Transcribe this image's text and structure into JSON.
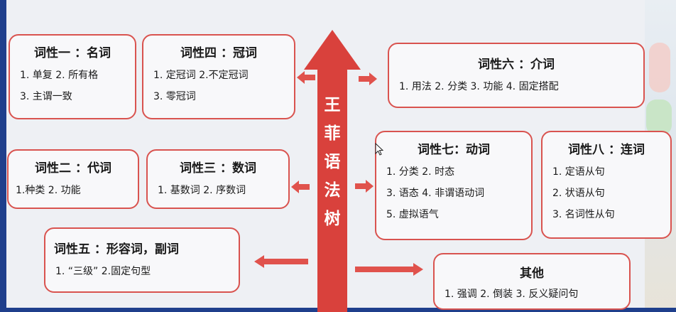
{
  "trunk": {
    "chars": [
      "王",
      "菲",
      "语",
      "法",
      "树"
    ],
    "color": "#d9413c"
  },
  "boxes": {
    "n1": {
      "title": "词性一 ：名词",
      "lines": [
        "1. 单复  2. 所有格",
        "3. 主谓一致"
      ]
    },
    "n4": {
      "title": "词性四 ：冠词",
      "lines": [
        "1. 定冠词 2.不定冠词",
        "3. 零冠词"
      ]
    },
    "n6": {
      "title": "词性六 ：介词",
      "lines": [
        "1. 用法 2. 分类 3. 功能 4. 固定搭配"
      ]
    },
    "n2": {
      "title": "词性二 ：代词",
      "lines": [
        "1.种类  2. 功能"
      ]
    },
    "n3": {
      "title": "词性三 ：数词",
      "lines": [
        "1. 基数词 2. 序数词"
      ]
    },
    "n7": {
      "title": "词性七：动词",
      "lines": [
        "1. 分类  2. 时态",
        "3. 语态  4. 非谓语动词",
        "5. 虚拟语气"
      ]
    },
    "n8": {
      "title": "词性八 ：连词",
      "lines": [
        "1. 定语从句",
        "2. 状语从句",
        "3. 名词性从句"
      ]
    },
    "n5": {
      "title": "词性五 ：形容词，副词",
      "lines": [
        "1.  “三级”       2.固定句型"
      ]
    },
    "other": {
      "title": "其他",
      "lines": [
        "1. 强调 2. 倒装 3. 反义疑问句"
      ]
    }
  },
  "colors": {
    "border": "#d9534f",
    "arrow": "#e0524c",
    "box_bg": "#f8f8fa",
    "frame": "#1f3f8c"
  }
}
